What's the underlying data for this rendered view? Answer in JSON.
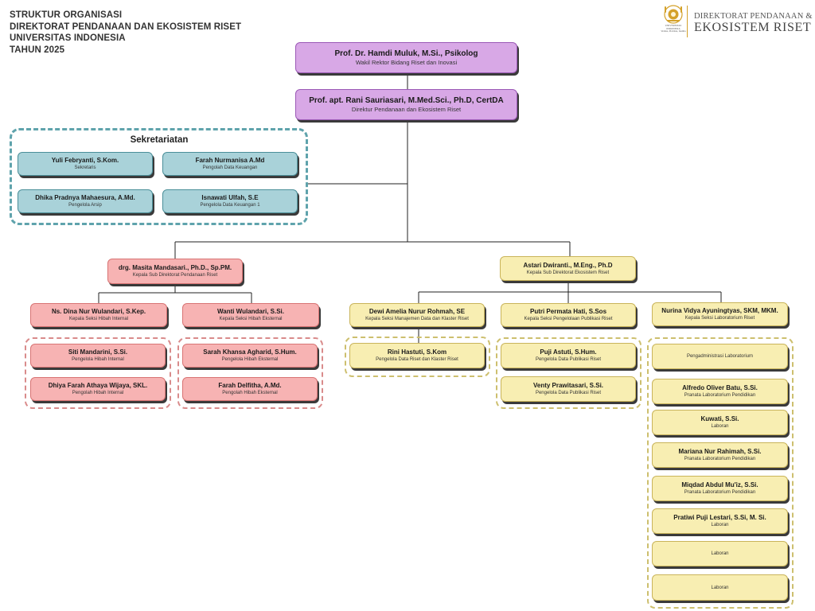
{
  "header": {
    "line1": "STRUKTUR ORGANISASI",
    "line2": "DIREKTORAT PENDANAAN DAN EKOSISTEM RISET",
    "line3": "UNIVERSITAS INDONESIA",
    "line4": "TAHUN 2025"
  },
  "logo": {
    "seal_text_1": "UNIVERSITAS",
    "seal_text_2": "INDONESIA",
    "seal_text_3": "Veritas, Probitas, Iustitia",
    "line1": "DIREKTORAT PENDANAAN &",
    "line2": "EKOSISTEM RISET",
    "seal_color": "#d4a12a"
  },
  "colors": {
    "purple": "#d8a8e6",
    "teal": "#a9d2d9",
    "pink": "#f7b3b3",
    "yellow": "#f8eeb2"
  },
  "top": {
    "wakil": {
      "name": "Prof. Dr. Hamdi Muluk, M.Si., Psikolog",
      "role": "Wakil Rektor Bidang Riset dan Inovasi"
    },
    "direktur": {
      "name": "Prof. apt. Rani Sauriasari, M.Med.Sci., Ph.D, CertDA",
      "role": "Direktur Pendanaan dan Ekosistem Riset"
    }
  },
  "sekretariat": {
    "title": "Sekretariatan",
    "members": [
      {
        "name": "Yuli Febryanti, S.Kom.",
        "role": "Sekretaris"
      },
      {
        "name": "Farah Nurmanisa A.Md",
        "role": "Pengolah Data Keuangan"
      },
      {
        "name": "Dhika Pradnya Mahaesura, A.Md.",
        "role": "Pengelola Arsip"
      },
      {
        "name": "Isnawati Ulfah, S.E",
        "role": "Pengelola Data Keuangan 1"
      }
    ]
  },
  "pendanaan": {
    "head": {
      "name": "drg. Masita Mandasari., Ph.D., Sp.PM.",
      "role": "Kepala Sub Direktorat Pendanaan Riset"
    },
    "sections": [
      {
        "head": {
          "name": "Ns. Dina Nur Wulandari, S.Kep.",
          "role": "Kepala Seksi Hibah Internal"
        },
        "staff": [
          {
            "name": "Siti Mandarini, S.Si.",
            "role": "Pengelola Hibah Internal"
          },
          {
            "name": "Dhiya Farah Athaya Wijaya, SKL.",
            "role": "Pengolah Hibah Internal"
          }
        ]
      },
      {
        "head": {
          "name": "Wanti Wulandari, S.Si.",
          "role": "Kepala Seksi Hibah Eksternal"
        },
        "staff": [
          {
            "name": "Sarah Khansa Agharid, S.Hum.",
            "role": "Pengelola Hibah Eksternal"
          },
          {
            "name": "Farah Delfitha, A.Md.",
            "role": "Pengolah Hibah Eksternal"
          }
        ]
      }
    ]
  },
  "ekosistem": {
    "head": {
      "name": "Astari Dwiranti., M.Eng., Ph.D",
      "role": "Kepala Sub Direktorat Ekosistem Riset"
    },
    "sections": [
      {
        "head": {
          "name": "Dewi Amelia Nurur Rohmah, SE",
          "role": "Kepala Seksi Manajemen Data dan Klaster Riset"
        },
        "staff": [
          {
            "name": "Rini Hastuti, S.Kom",
            "role": "Pengelola Data Riset dan Klaster Riset"
          }
        ]
      },
      {
        "head": {
          "name": "Putri Permata Hati, S.Sos",
          "role": "Kepala Seksi Pengelolaan Publikasi Riset"
        },
        "staff": [
          {
            "name": "Puji Astuti, S.Hum.",
            "role": "Pengelola Data Publikasi Riset"
          },
          {
            "name": "Venty Prawitasari, S.Si.",
            "role": "Pengelola Data Publikasi Riset"
          }
        ]
      },
      {
        "head": {
          "name": "Nurina Vidya Ayuningtyas, SKM, MKM.",
          "role": "Kepala Seksi Laboratorium Riset"
        },
        "staff": [
          {
            "name": "",
            "role": "Pengadministrasi Laboratorium"
          },
          {
            "name": "Alfredo Oliver Batu, S.Si.",
            "role": "Pranata Laboratorium Pendidikan"
          },
          {
            "name": "Kuwati, S.Si.",
            "role": "Laboran"
          },
          {
            "name": "Mariana Nur Rahimah, S.Si.",
            "role": "Pranata Laboratorium Pendidikan"
          },
          {
            "name": "Miqdad Abdul Mu'iz, S.Si.",
            "role": "Pranata Laboratorium Pendidikan"
          },
          {
            "name": "Pratiwi Puji Lestari, S.Si, M. Si.",
            "role": "Laboran"
          },
          {
            "name": "",
            "role": "Laboran"
          },
          {
            "name": "",
            "role": "Laboran"
          }
        ]
      }
    ]
  }
}
